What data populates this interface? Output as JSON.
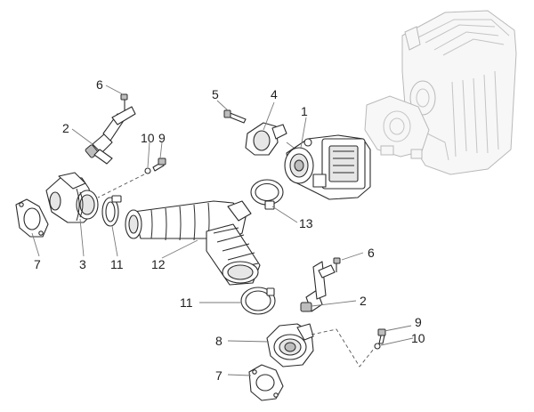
{
  "callouts": [
    {
      "id": "c1",
      "text": "1"
    },
    {
      "id": "c2a",
      "text": "2"
    },
    {
      "id": "c2b",
      "text": "2"
    },
    {
      "id": "c3",
      "text": "3"
    },
    {
      "id": "c4",
      "text": "4"
    },
    {
      "id": "c5",
      "text": "5"
    },
    {
      "id": "c6a",
      "text": "6"
    },
    {
      "id": "c6b",
      "text": "6"
    },
    {
      "id": "c7a",
      "text": "7"
    },
    {
      "id": "c7b",
      "text": "7"
    },
    {
      "id": "c8",
      "text": "8"
    },
    {
      "id": "c9a",
      "text": "9"
    },
    {
      "id": "c9b",
      "text": "9"
    },
    {
      "id": "c10a",
      "text": "10"
    },
    {
      "id": "c10b",
      "text": "10"
    },
    {
      "id": "c11a",
      "text": "11"
    },
    {
      "id": "c11b",
      "text": "11"
    },
    {
      "id": "c12",
      "text": "12"
    },
    {
      "id": "c13",
      "text": "13"
    }
  ]
}
